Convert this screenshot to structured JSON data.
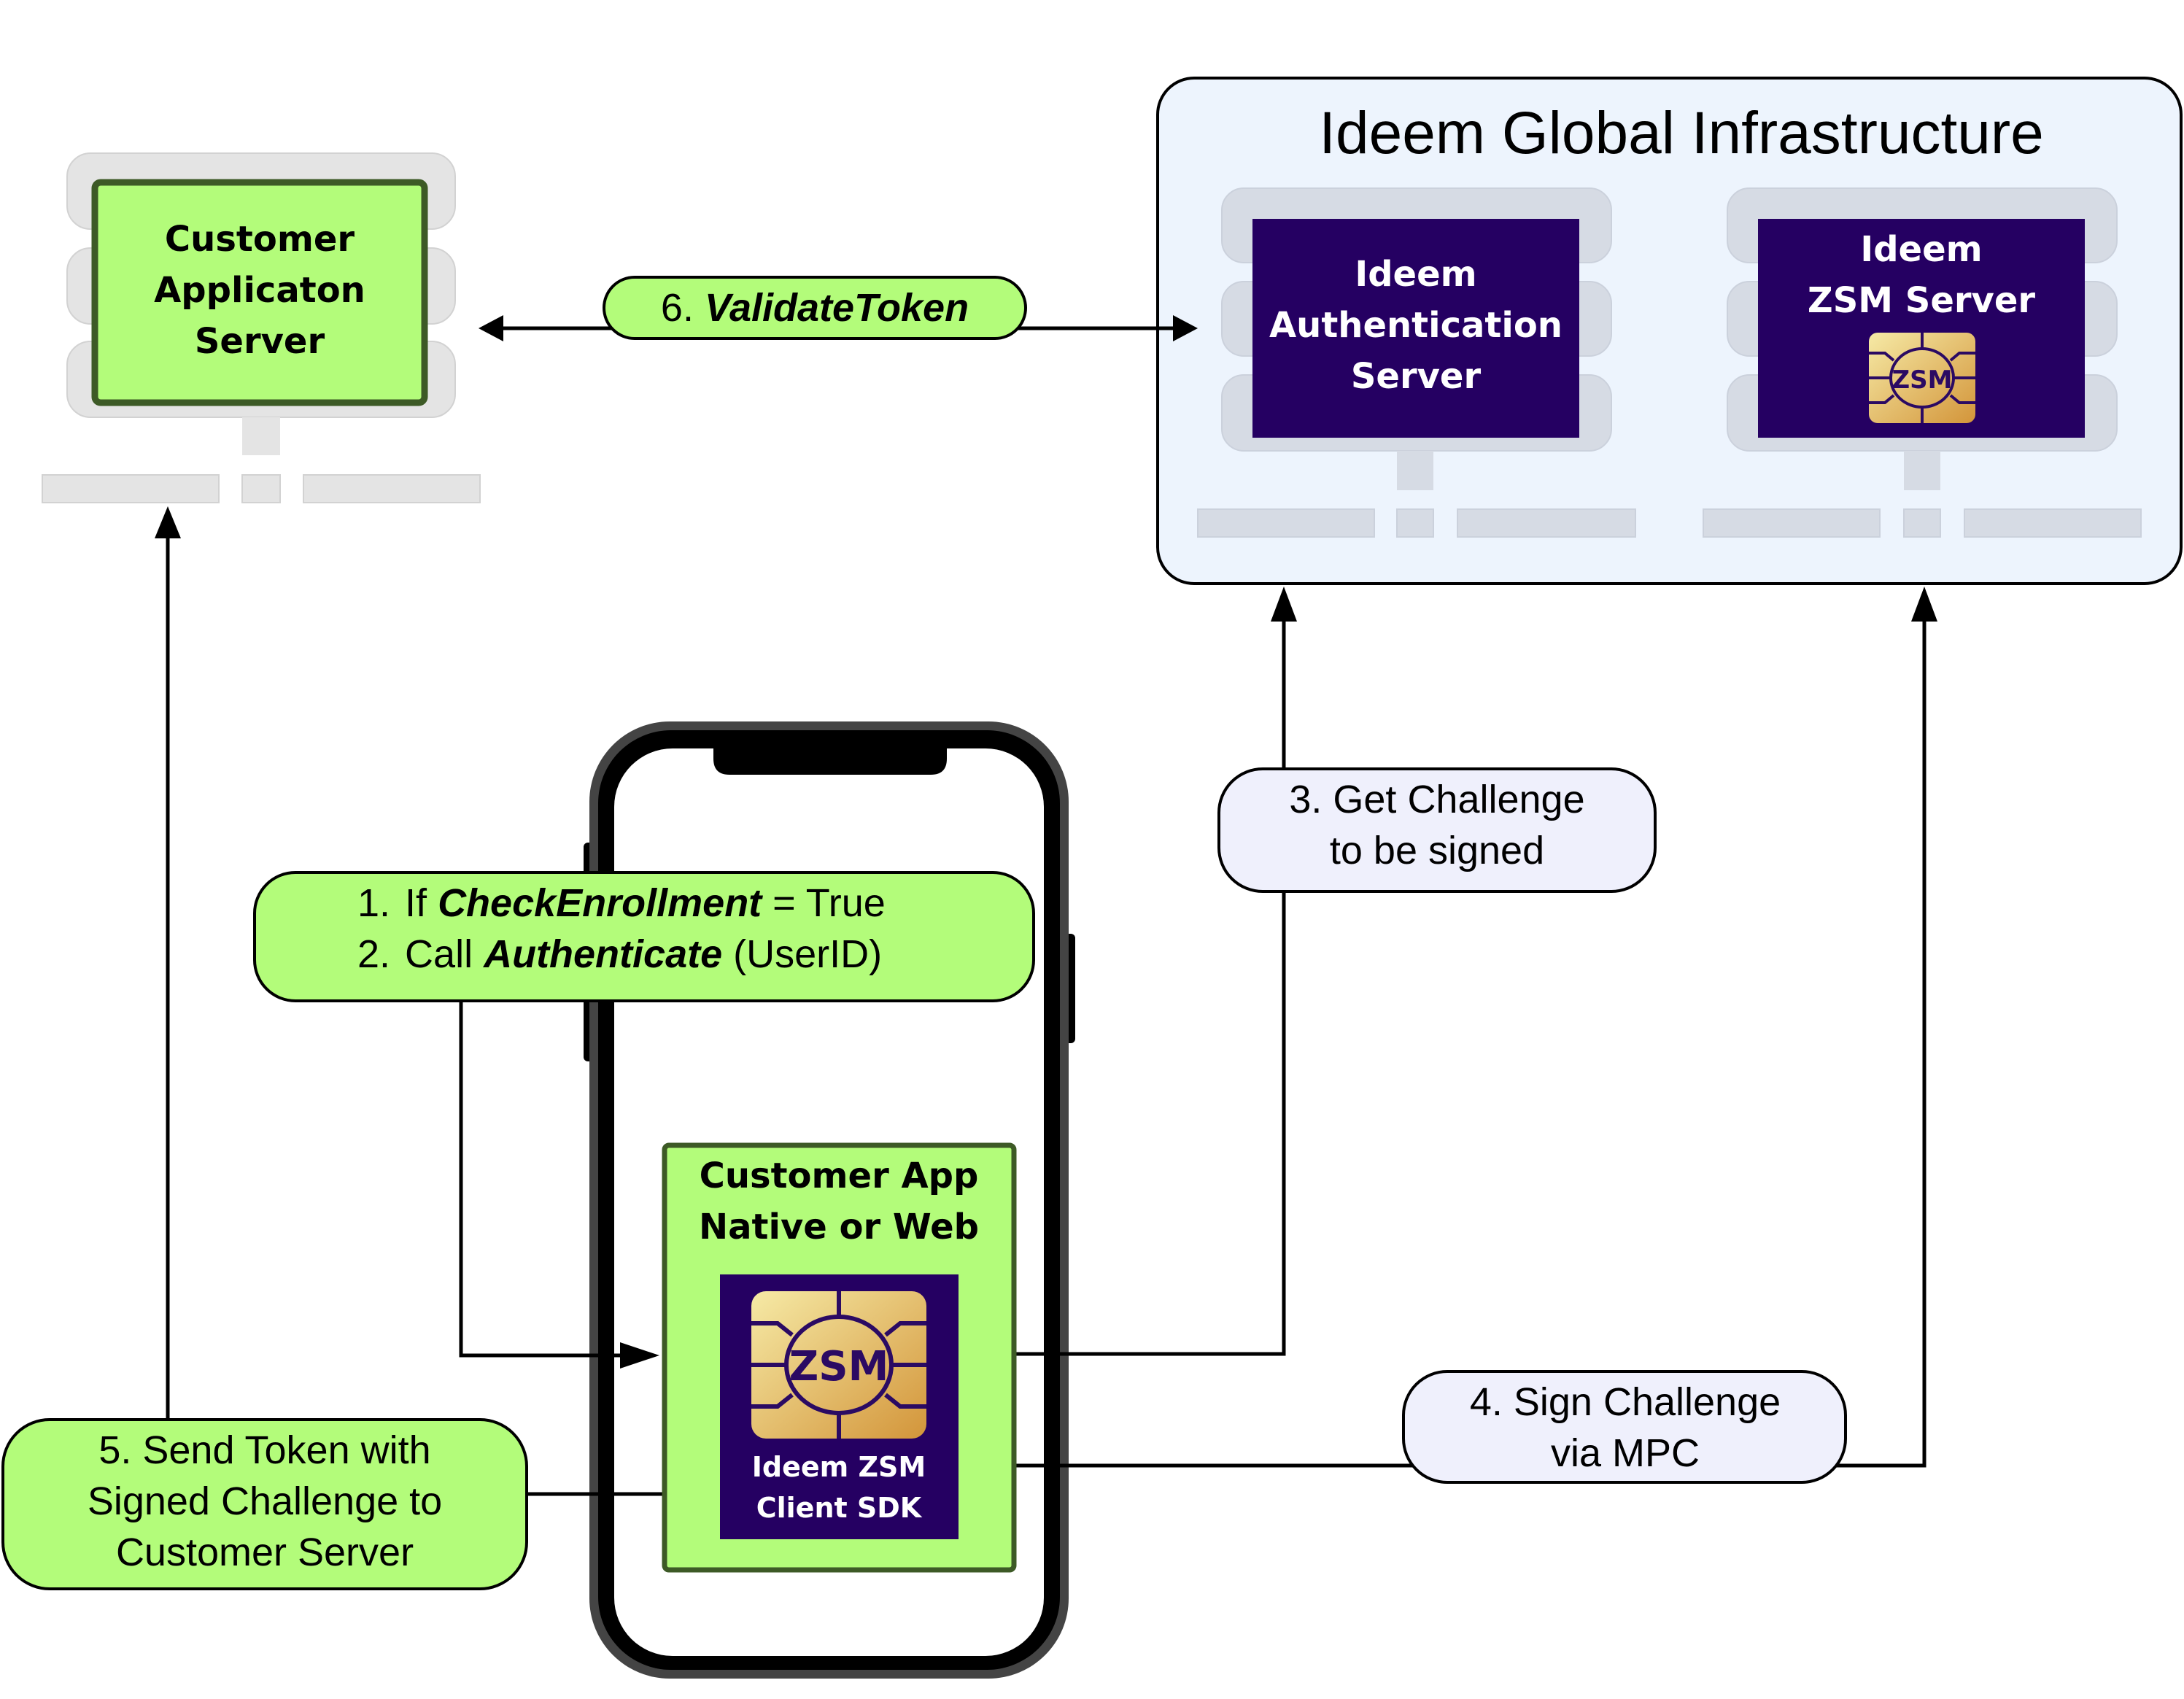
{
  "diagram": {
    "title": "Ideem Global Infrastructure",
    "colors": {
      "green_fill": "#b3fc7a",
      "green_border": "#3d5a26",
      "purple": "#250062",
      "lavender_fill": "#eff0fc",
      "infra_fill": "#edf4fd",
      "server_gray": "#e4e4e4",
      "server_gray_blue": "#d6dbe4",
      "chip_gold_light": "#f4e6a0",
      "chip_gold_dark": "#d49a3c",
      "phone_frame": "#000000",
      "phone_edge": "#444444"
    },
    "customer_server": {
      "lines": [
        "Customer",
        "Applicaton",
        "Server"
      ]
    },
    "auth_server": {
      "lines": [
        "Ideem",
        "Authentication",
        "Server"
      ]
    },
    "zsm_server": {
      "lines": [
        "Ideem",
        "ZSM Server"
      ],
      "chip_label": "ZSM"
    },
    "customer_app": {
      "lines": [
        "Customer App",
        "Native or Web"
      ]
    },
    "sdk": {
      "chip_label": "ZSM",
      "lines": [
        "Ideem ZSM",
        "Client SDK"
      ]
    },
    "steps": {
      "step1": {
        "num": "1.",
        "prefix": "If ",
        "emph": "CheckEnrollment",
        "suffix": " = True"
      },
      "step2": {
        "num": "2.",
        "prefix": "Call ",
        "emph": "Authenticate",
        "suffix": " (UserID)"
      },
      "step3": {
        "lines": [
          "3. Get Challenge",
          "to be signed"
        ]
      },
      "step4": {
        "lines": [
          "4. Sign Challenge",
          "via MPC"
        ]
      },
      "step5": {
        "lines": [
          "5. Send Token with",
          "Signed Challenge to",
          "Customer Server"
        ]
      },
      "step6": {
        "num": "6. ",
        "emph": "ValidateToken"
      }
    }
  }
}
